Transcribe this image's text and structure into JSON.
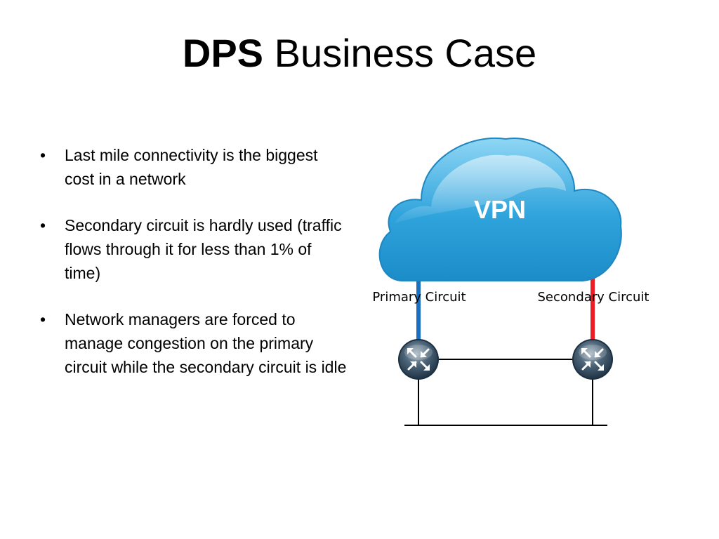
{
  "slide": {
    "title_bold": "DPS",
    "title_rest": "Business Case",
    "bullet_glyph": "•",
    "bullets": [
      "Last mile connectivity is the biggest cost in a network",
      "Secondary circuit is hardly used (traffic flows through it for less than 1% of time)",
      "Network managers are forced to manage congestion on the primary circuit while the secondary circuit is idle"
    ]
  },
  "diagram": {
    "cloud_label": "VPN",
    "primary_label": "Primary Circuit",
    "secondary_label": "Secondary Circuit",
    "colors": {
      "primary_link": "#1a6fc0",
      "secondary_link": "#ee1c24",
      "cloud_light": "#8fd6f4",
      "cloud_dark": "#1b8cc8",
      "router_dark": "#243a4d"
    },
    "icons": {
      "cloud": "vpn-cloud-icon",
      "router": "router-icon"
    }
  }
}
